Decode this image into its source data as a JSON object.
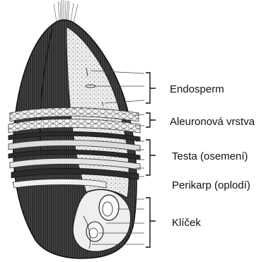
{
  "labels": {
    "endosperm": "Endosperm",
    "aleuron": "Aleuronová vrstva",
    "testa": "Testa (osemení)",
    "perikarp": "Perikarp (oplodí)",
    "klicek": "Klíček"
  },
  "colors": {
    "ink": "#111111",
    "dark_fill": "#3a3a3a",
    "stipple_fill": "#e4e4e4",
    "layer_light": "#d8d8d8",
    "background": "#ffffff"
  }
}
